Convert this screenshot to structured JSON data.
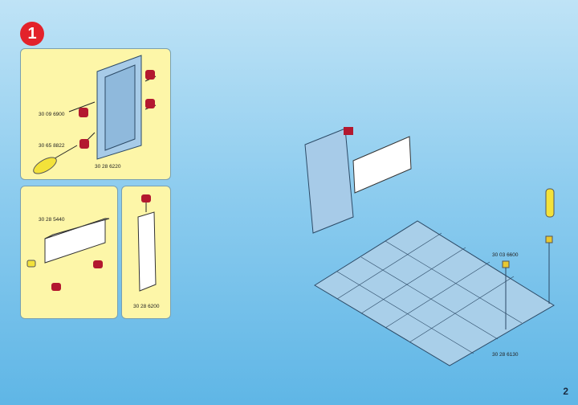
{
  "step_number": "1",
  "page_number": "2",
  "panel_1": {
    "parts": [
      "30 09 6900",
      "30 65 8822",
      "30 28 6220"
    ]
  },
  "panel_2": {
    "parts": [
      "30 28 5440"
    ]
  },
  "panel_3": {
    "parts": [
      "30 28 6200"
    ]
  },
  "main": {
    "parts": [
      "30 03 6600",
      "30 28 6130"
    ]
  },
  "colors": {
    "step_badge": "#e3222b",
    "panel_bg": "#fdf6a8",
    "part_blue": "#9cc6e6",
    "peg_red": "#b3182f",
    "tool_yellow": "#f3e23a"
  }
}
